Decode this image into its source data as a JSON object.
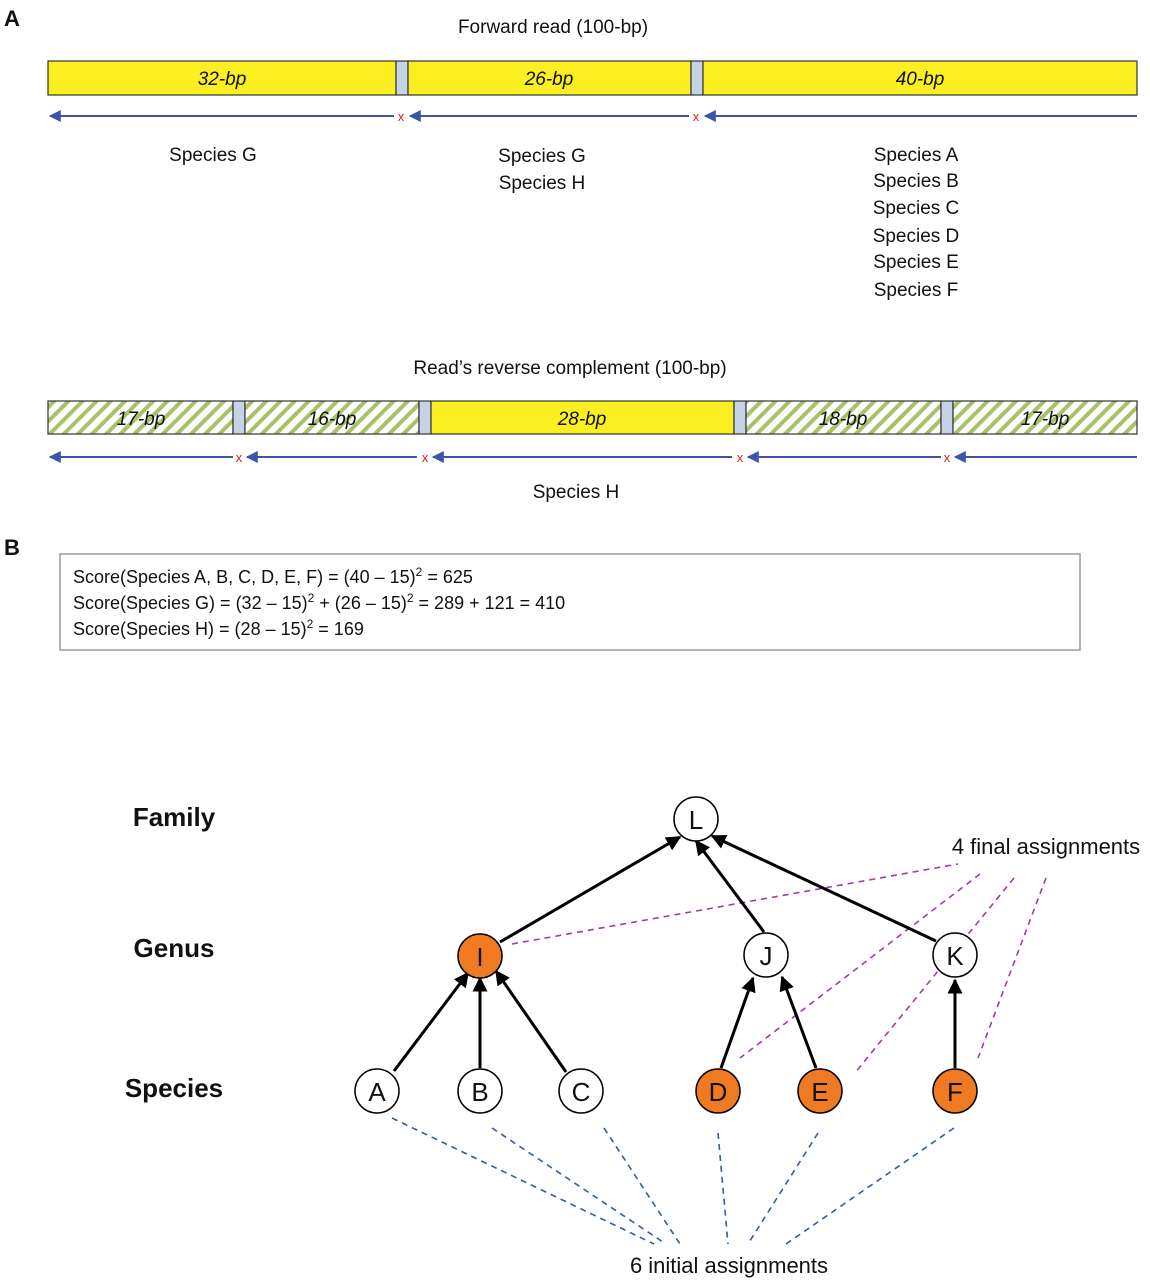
{
  "panels": {
    "a": "A",
    "b": "B"
  },
  "forward_read": {
    "title": "Forward read (100-bp)",
    "segments": [
      "32-bp",
      "26-bp",
      "40-bp"
    ],
    "mismatch_mark": "x",
    "groups": [
      [
        "Species G"
      ],
      [
        "Species G",
        "Species H"
      ],
      [
        "Species A",
        "Species B",
        "Species C",
        "Species D",
        "Species E",
        "Species F"
      ]
    ]
  },
  "reverse_read": {
    "title": "Read’s reverse complement (100-bp)",
    "segments": [
      "17-bp",
      "16-bp",
      "28-bp",
      "18-bp",
      "17-bp"
    ],
    "mismatch_mark": "x",
    "group": "Species H"
  },
  "scores": {
    "line1": {
      "prefix": "Score(Species A, B, C, D, E, F) = (40 – 15)",
      "sup": "2",
      "suffix": " = 625"
    },
    "line2": {
      "prefix": "Score(Species G) = (32 – 15)",
      "sup1": "2",
      "mid": " + (26 – 15)",
      "sup2": "2",
      "suffix": " = 289 + 121 = 410"
    },
    "line3": {
      "prefix": "Score(Species H) = (28 – 15)",
      "sup": "2",
      "suffix": " = 169"
    }
  },
  "tree": {
    "ranks": {
      "family": "Family",
      "genus": "Genus",
      "species": "Species"
    },
    "nodes": {
      "L": "L",
      "I": "I",
      "J": "J",
      "K": "K",
      "A": "A",
      "B": "B",
      "C": "C",
      "D": "D",
      "E": "E",
      "F": "F"
    },
    "final_label": "4 final assignments",
    "initial_label": "6 initial assignments"
  },
  "colors": {
    "exact_match": "#fbef22",
    "unmatched_hatch": "#a6c36b",
    "separator": "#c5d3e6",
    "arrow": "#3b55a8",
    "mismatch": "#e0201b",
    "highlight_node": "#f07a22",
    "final_dash": "#a23aa8",
    "initial_dash": "#3458b0"
  }
}
